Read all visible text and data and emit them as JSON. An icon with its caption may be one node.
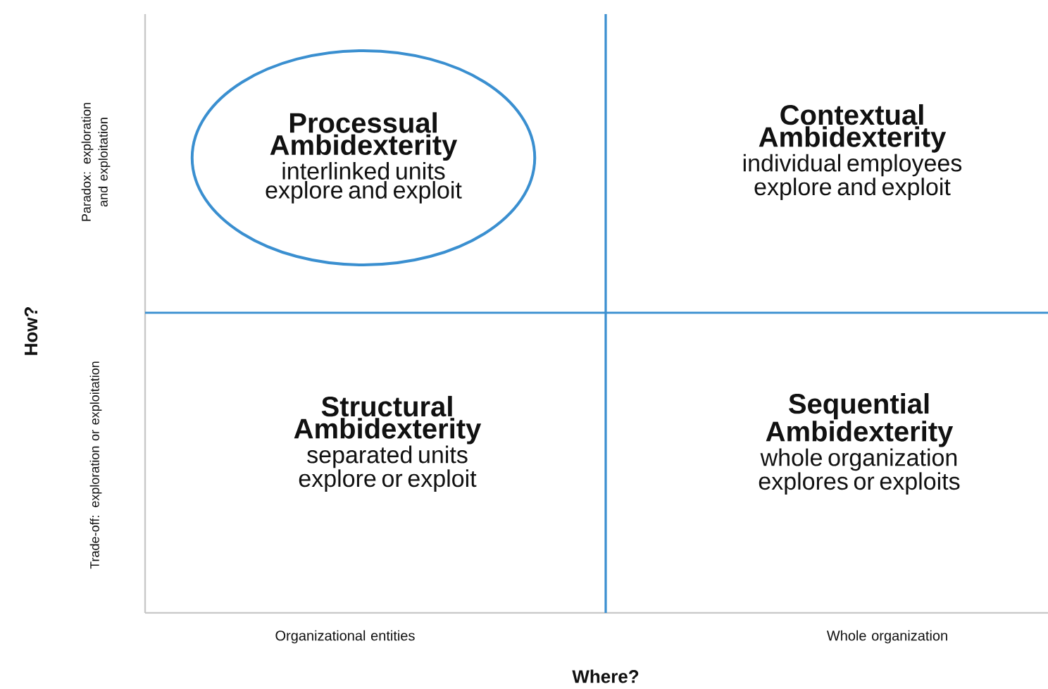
{
  "diagram": {
    "nodes": [
      {
        "text": [
          "Processual Ambidexterity",
          "interlinked units explore and exploit"
        ]
      },
      {
        "text": [
          "Contextual Ambidexterity",
          "individual employees explore and exploit"
        ]
      },
      {
        "text": [
          "Structural Ambidexterity",
          "separated units explore or exploit"
        ]
      },
      {
        "text": [
          "Sequential Ambidexterity",
          "whole organization explores or exploits"
        ]
      }
    ],
    "labels": [
      "Paradox: exploration and exploitation",
      "How?",
      "Trade-off: exploration or exploitation",
      "Organizational entities",
      "Whole organization",
      "Where?"
    ]
  }
}
